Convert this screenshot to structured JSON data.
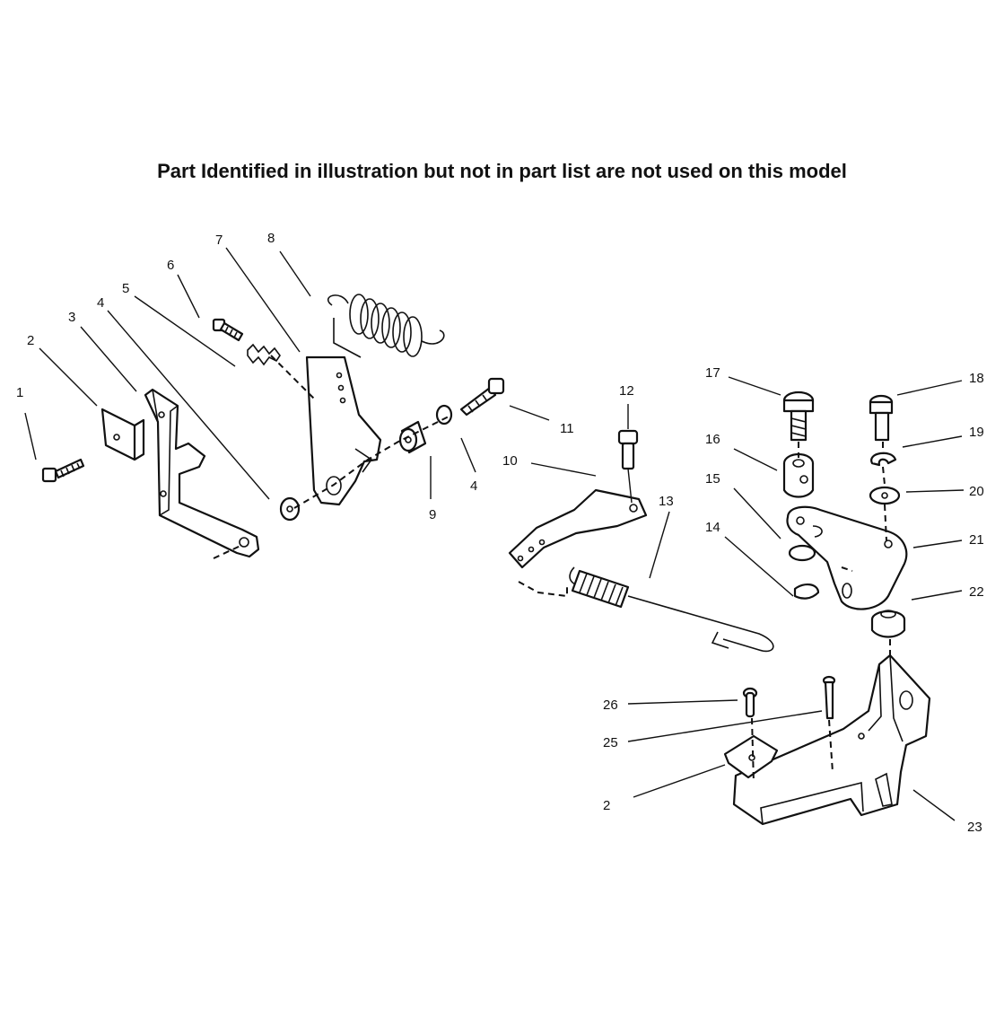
{
  "header": {
    "note": "Part Identified in illustration but not in part list are not used on this model"
  },
  "callouts": [
    "1",
    "2",
    "3",
    "4",
    "5",
    "6",
    "7",
    "8",
    "9",
    "4",
    "11",
    "10",
    "12",
    "13",
    "14",
    "15",
    "16",
    "17",
    "18",
    "19",
    "20",
    "21",
    "22",
    "23",
    "26",
    "25",
    "2"
  ]
}
